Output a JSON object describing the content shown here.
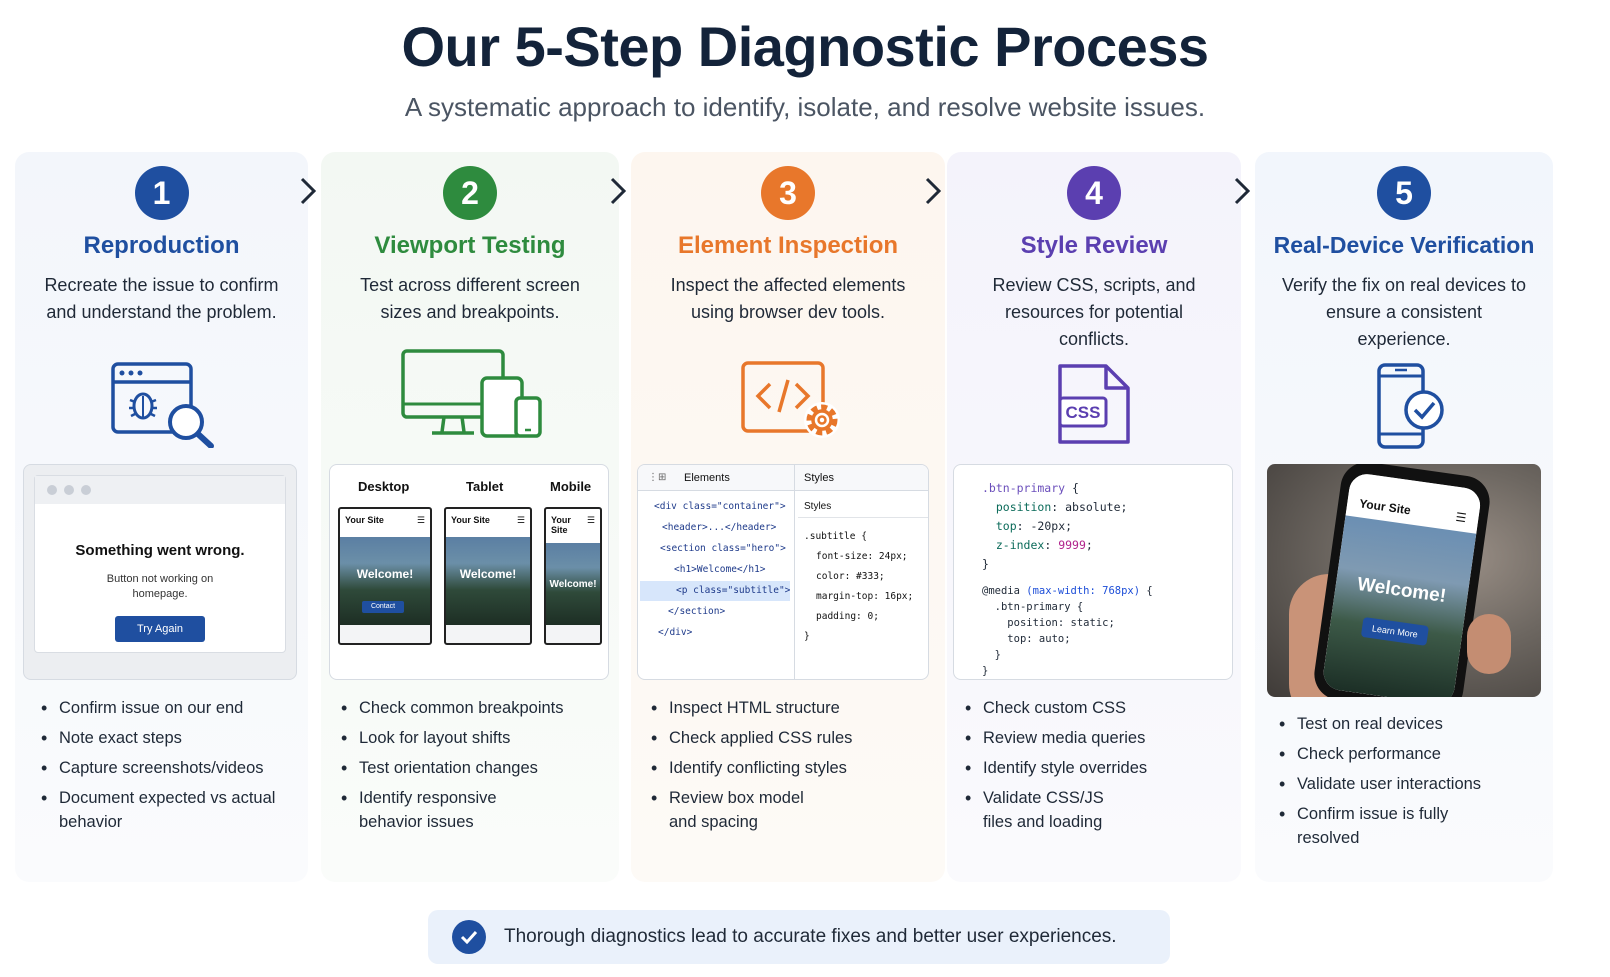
{
  "header": {
    "title": "Our 5-Step Diagnostic Process",
    "subtitle": "A systematic approach to identify, isolate, and resolve website issues."
  },
  "colors": {
    "step1": "#1f4fa0",
    "step2": "#2e8b3e",
    "step3": "#e8772b",
    "step4": "#5b3fb0",
    "step5": "#1f4fa0"
  },
  "steps": [
    {
      "number": "1",
      "title": "Reproduction",
      "description": "Recreate the issue to confirm and understand the problem.",
      "icon": "bug-search-icon",
      "panel": {
        "error_title": "Something went wrong.",
        "error_message": "Button not working on homepage.",
        "button_label": "Try Again"
      },
      "bullets": [
        "Confirm issue on our end",
        "Note exact steps",
        "Capture screenshots/videos",
        "Document expected vs actual behavior"
      ]
    },
    {
      "number": "2",
      "title": "Viewport Testing",
      "description": "Test across different screen sizes and breakpoints.",
      "icon": "devices-icon",
      "panel": {
        "labels": [
          "Desktop",
          "Tablet",
          "Mobile"
        ],
        "site_name": "Your Site",
        "site_name_mobile": "Your Site",
        "welcome": "Welcome!",
        "button": "Contact"
      },
      "bullets": [
        "Check common breakpoints",
        "Look for layout shifts",
        "Test orientation changes",
        "Identify responsive behavior issues"
      ]
    },
    {
      "number": "3",
      "title": "Element Inspection",
      "description": "Inspect the affected elements using browser dev tools.",
      "icon": "code-gear-icon",
      "panel": {
        "tab_elements": "Elements",
        "tab_styles": "Styles",
        "styles_sub": "Styles",
        "tree": [
          "<div class=\"container\">",
          "<header>...</header>",
          "<section class=\"hero\">",
          "<h1>Welcome</h1>",
          "<p class=\"subtitle\">",
          "</section>",
          "</div>"
        ],
        "rule_selector": ".subtitle {",
        "rules": [
          "font-size: 24px;",
          "color: #333;",
          "margin-top: 16px;",
          "padding: 0;"
        ],
        "rule_close": "}"
      },
      "bullets": [
        "Inspect HTML structure",
        "Check applied CSS rules",
        "Identify conflicting styles",
        "Review box model and spacing"
      ]
    },
    {
      "number": "4",
      "title": "Style Review",
      "description": "Review CSS, scripts, and resources for potential conflicts.",
      "icon": "css-file-icon",
      "panel": {
        "file_label": "CSS",
        "selector": ".btn-primary",
        "p1": "position",
        "v1": "absolute",
        "p2": "top",
        "v2": "-20px",
        "p3": "z-index",
        "v3": "9999",
        "media_kw": "@media",
        "media_query": "(max-width: 768px)",
        "selector2": ".btn-primary",
        "p4": "position",
        "v4": "static",
        "p5": "top",
        "v5": "auto"
      },
      "bullets": [
        "Check custom CSS",
        "Review media queries",
        "Identify style overrides",
        "Validate CSS/JS files and loading"
      ]
    },
    {
      "number": "5",
      "title": "Real-Device Verification",
      "description": "Verify the fix on real devices to ensure a consistent experience.",
      "icon": "phone-check-icon",
      "panel": {
        "site_name": "Your Site",
        "welcome": "Welcome!",
        "button": "Learn More"
      },
      "bullets": [
        "Test on real devices",
        "Check performance",
        "Validate user interactions",
        "Confirm issue is fully resolved"
      ]
    }
  ],
  "footer": {
    "text": "Thorough diagnostics lead to accurate fixes and better user experiences.",
    "icon": "check-circle-icon"
  }
}
